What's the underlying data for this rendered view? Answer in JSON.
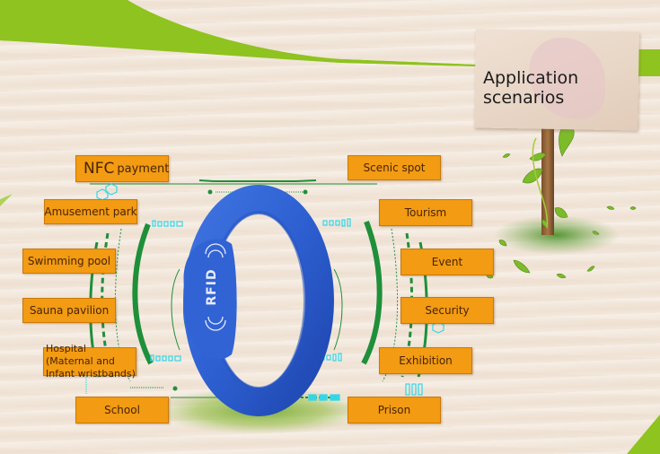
{
  "title": "Application scenarios",
  "product": {
    "name": "RFID wristband",
    "imprint": "RFID",
    "color": "#2d5fd1"
  },
  "scenarios": {
    "left": [
      {
        "id": "nfc-payment",
        "prefix": "NFC",
        "label": "payment"
      },
      {
        "id": "amusement-park",
        "label": "Amusement park"
      },
      {
        "id": "swimming-pool",
        "label": "Swimming pool"
      },
      {
        "id": "sauna-pavilion",
        "label": "Sauna pavilion"
      },
      {
        "id": "hospital",
        "label": "Hospital (Maternal and Infant wristbands)"
      },
      {
        "id": "school",
        "label": "School"
      }
    ],
    "right": [
      {
        "id": "scenic-spot",
        "label": "Scenic spot"
      },
      {
        "id": "tourism",
        "label": "Tourism"
      },
      {
        "id": "event",
        "label": "Event"
      },
      {
        "id": "security",
        "label": "Security"
      },
      {
        "id": "exhibition",
        "label": "Exhibition"
      },
      {
        "id": "prison",
        "label": "Prison"
      }
    ]
  },
  "colors": {
    "label_fill": "#f29b13",
    "label_text": "#4a2406",
    "accent_green": "#8fc31f",
    "hud_green": "#1f8f3a",
    "hud_cyan": "#33d6e8"
  }
}
